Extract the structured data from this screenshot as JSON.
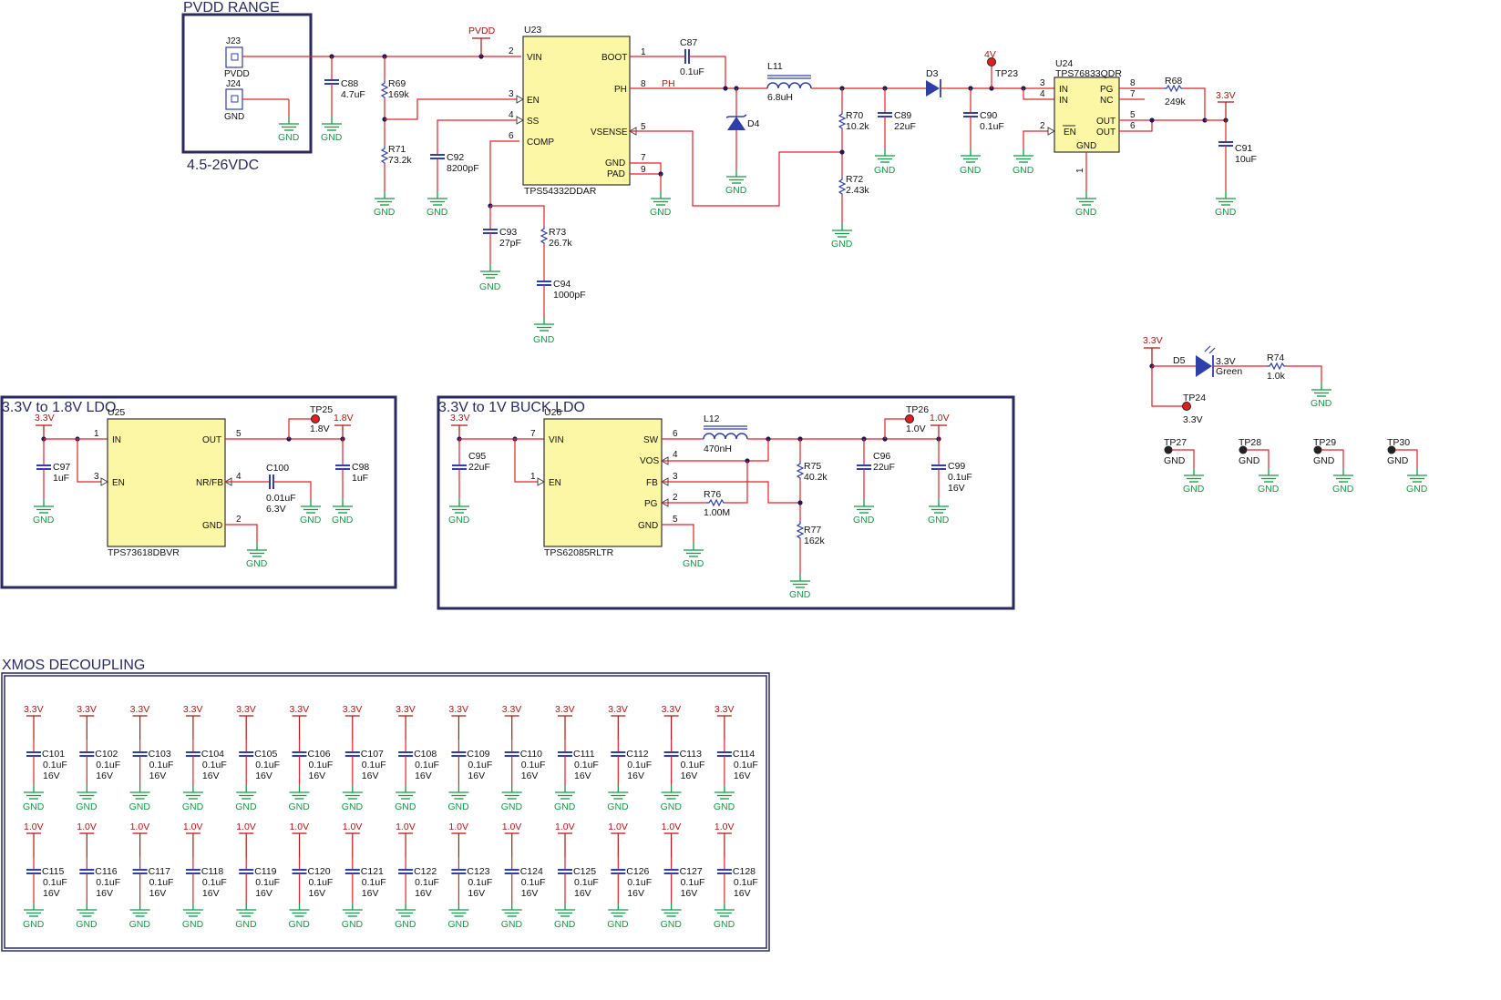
{
  "sections": {
    "pvdd_title": "PVDD RANGE",
    "pvdd_range": "4.5-26VDC",
    "ldo18_title": "3.3V to 1.8V LDO",
    "buck1v_title": "3.3V to 1V BUCK LDO",
    "xmos_title": "XMOS DECOUPLING"
  },
  "nets": {
    "pvdd": "PVDD",
    "gnd": "GND",
    "v33": "3.3V",
    "v18": "1.8V",
    "v10": "1.0V",
    "v4": "4V",
    "ph": "PH"
  },
  "connectors": {
    "j23": {
      "ref": "J23",
      "label": "PVDD"
    },
    "j24": {
      "ref": "J24",
      "label": "GND"
    }
  },
  "u23": {
    "ref": "U23",
    "part": "TPS54332DDAR",
    "pins_left": [
      {
        "num": "2",
        "name": "VIN"
      },
      {
        "num": "3",
        "name": "EN"
      },
      {
        "num": "4",
        "name": "SS"
      },
      {
        "num": "6",
        "name": "COMP"
      }
    ],
    "pins_right": [
      {
        "num": "1",
        "name": "BOOT"
      },
      {
        "num": "8",
        "name": "PH"
      },
      {
        "num": "5",
        "name": "VSENSE"
      },
      {
        "num": "7",
        "name": "GND"
      },
      {
        "num": "9",
        "name": "PAD"
      }
    ]
  },
  "u24": {
    "ref": "U24",
    "part": "TPS76833QDR",
    "pins_left": [
      {
        "num": "3",
        "name": "IN"
      },
      {
        "num": "4",
        "name": "IN"
      },
      {
        "num": "2",
        "name": "EN"
      }
    ],
    "pins_right": [
      {
        "num": "8",
        "name": "PG"
      },
      {
        "num": "7",
        "name": "NC"
      },
      {
        "num": "5",
        "name": "OUT"
      },
      {
        "num": "6",
        "name": "OUT"
      }
    ],
    "gnd_pin": {
      "num": "1",
      "name": "GND"
    }
  },
  "u25": {
    "ref": "U25",
    "part": "TPS73618DBVR",
    "pins_left": [
      {
        "num": "1",
        "name": "IN"
      },
      {
        "num": "3",
        "name": "EN"
      }
    ],
    "pins_right": [
      {
        "num": "5",
        "name": "OUT"
      },
      {
        "num": "4",
        "name": "NR/FB"
      },
      {
        "num": "2",
        "name": "GND"
      }
    ]
  },
  "u26": {
    "ref": "U26",
    "part": "TPS62085RLTR",
    "pins_left": [
      {
        "num": "7",
        "name": "VIN"
      },
      {
        "num": "1",
        "name": "EN"
      }
    ],
    "pins_right": [
      {
        "num": "6",
        "name": "SW"
      },
      {
        "num": "4",
        "name": "VOS"
      },
      {
        "num": "3",
        "name": "FB"
      },
      {
        "num": "2",
        "name": "PG"
      },
      {
        "num": "5",
        "name": "GND"
      }
    ]
  },
  "components": {
    "c88": {
      "ref": "C88",
      "value": "4.7uF"
    },
    "r69": {
      "ref": "R69",
      "value": "169k"
    },
    "r71": {
      "ref": "R71",
      "value": "73.2k"
    },
    "c92": {
      "ref": "C92",
      "value": "8200pF"
    },
    "c93": {
      "ref": "C93",
      "value": "27pF"
    },
    "r73": {
      "ref": "R73",
      "value": "26.7k"
    },
    "c94": {
      "ref": "C94",
      "value": "1000pF"
    },
    "c87": {
      "ref": "C87",
      "value": "0.1uF"
    },
    "l11": {
      "ref": "L11",
      "value": "6.8uH"
    },
    "d4": {
      "ref": "D4"
    },
    "r70": {
      "ref": "R70",
      "value": "10.2k"
    },
    "r72": {
      "ref": "R72",
      "value": "2.43k"
    },
    "c89": {
      "ref": "C89",
      "value": "22uF"
    },
    "d3": {
      "ref": "D3"
    },
    "tp23": {
      "ref": "TP23"
    },
    "c90": {
      "ref": "C90",
      "value": "0.1uF"
    },
    "r68": {
      "ref": "R68",
      "value": "249k"
    },
    "c91": {
      "ref": "C91",
      "value": "10uF"
    },
    "d5": {
      "ref": "D5",
      "value": "3.3V",
      "color": "Green"
    },
    "r74": {
      "ref": "R74",
      "value": "1.0k"
    },
    "tp24": {
      "ref": "TP24",
      "value": "3.3V"
    },
    "tp27": {
      "ref": "TP27",
      "value": "GND"
    },
    "tp28": {
      "ref": "TP28",
      "value": "GND"
    },
    "tp29": {
      "ref": "TP29",
      "value": "GND"
    },
    "tp30": {
      "ref": "TP30",
      "value": "GND"
    },
    "c97": {
      "ref": "C97",
      "value": "1uF"
    },
    "tp25": {
      "ref": "TP25",
      "value": "1.8V"
    },
    "c98": {
      "ref": "C98",
      "value": "1uF"
    },
    "c100": {
      "ref": "C100",
      "value": "0.01uF",
      "voltage": "6.3V"
    },
    "c95": {
      "ref": "C95",
      "value": "22uF"
    },
    "l12": {
      "ref": "L12",
      "value": "470nH"
    },
    "r76": {
      "ref": "R76",
      "value": "1.00M"
    },
    "r75": {
      "ref": "R75",
      "value": "40.2k"
    },
    "r77": {
      "ref": "R77",
      "value": "162k"
    },
    "tp26": {
      "ref": "TP26",
      "value": "1.0V"
    },
    "c96": {
      "ref": "C96",
      "value": "22uF"
    },
    "c99": {
      "ref": "C99",
      "value": "0.1uF",
      "voltage": "16V"
    }
  },
  "decoupling": {
    "value": "0.1uF",
    "voltage": "16V",
    "row1": {
      "net": "3.3V",
      "refs": [
        "C101",
        "C102",
        "C103",
        "C104",
        "C105",
        "C106",
        "C107",
        "C108",
        "C109",
        "C110",
        "C111",
        "C112",
        "C113",
        "C114"
      ]
    },
    "row2": {
      "net": "1.0V",
      "refs": [
        "C115",
        "C116",
        "C117",
        "C118",
        "C119",
        "C120",
        "C121",
        "C122",
        "C123",
        "C124",
        "C125",
        "C126",
        "C127",
        "C128"
      ]
    }
  }
}
